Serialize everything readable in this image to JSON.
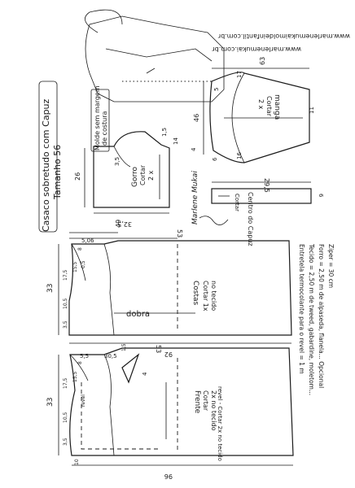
{
  "header": {
    "title": "Casaco sobretudo com Capuz",
    "size": "Tamanho 56",
    "molde_note_1": "Molde sem margem",
    "molde_note_2": "de costura",
    "website_1": "www.marlenemukai.com.br",
    "website_2": "www.marlenemukaimoldeinfantil.com.br",
    "signature": "Marlene Mukai"
  },
  "frente": {
    "piece_name": "Frente",
    "cut_1": "Cortar",
    "cut_2": "2x no tecido",
    "lining_note": "revel - Cortar 2x no tecido",
    "revel_mark": "revel",
    "dim_33": "33",
    "dim_10_5": "10,5",
    "dim_5_5": "5,5",
    "dim_15_5": "15,5",
    "dim_17_5": "17,5",
    "dim_8": "8",
    "dim_3_5": "3,5",
    "dim_30_5": "30,5",
    "dim_1_5": "1,5",
    "dim_53": "53",
    "dim_96": "96",
    "dim_4": "4",
    "dim_10": "10"
  },
  "costas": {
    "piece_name": "Costas",
    "cut_1": "Cortar 1x",
    "cut_2": "no tecido",
    "fold": "dobra",
    "dim_33": "33",
    "dim_5_06": "5,06",
    "dim_53": "53",
    "dim_49": "49",
    "dim_92": "92",
    "dim_10_5": "10,5",
    "dim_15_5": "15,5",
    "dim_17_5": "17,5",
    "dim_0_5": "0,5",
    "dim_3_5": "3,5",
    "dim_8": "8"
  },
  "gorro": {
    "piece_name": "Gorro",
    "cut_1": "Cortar",
    "cut_2": "2 x",
    "dim_26": "26",
    "dim_32_5": "32,5",
    "dim_3_5": "3,5",
    "dim_14": "14",
    "dim_1_5": "1,5"
  },
  "manga": {
    "piece_name": "manga",
    "cut_1": "Cortar",
    "cut_2": "2 x",
    "dim_63": "63",
    "dim_46": "46",
    "dim_17": "17",
    "dim_16": "16",
    "dim_6": "6",
    "dim_4": "4",
    "dim_5": "5",
    "dim_11": "11"
  },
  "capuz_centro": {
    "label": "Centro do Capuz",
    "dim_29_5": "29,5",
    "dim_6": "6",
    "cut": "Cortar"
  },
  "materials": {
    "line_1": "Entretela termocolante para o revel = 1 m",
    "line_2": "Tecido = 2,50 m de tweed, gabardine, moletom...",
    "line_3": "Forro = 2,50 m de alpaseda, flanela... Opcional",
    "line_4": "Ziper = 30 cm"
  }
}
